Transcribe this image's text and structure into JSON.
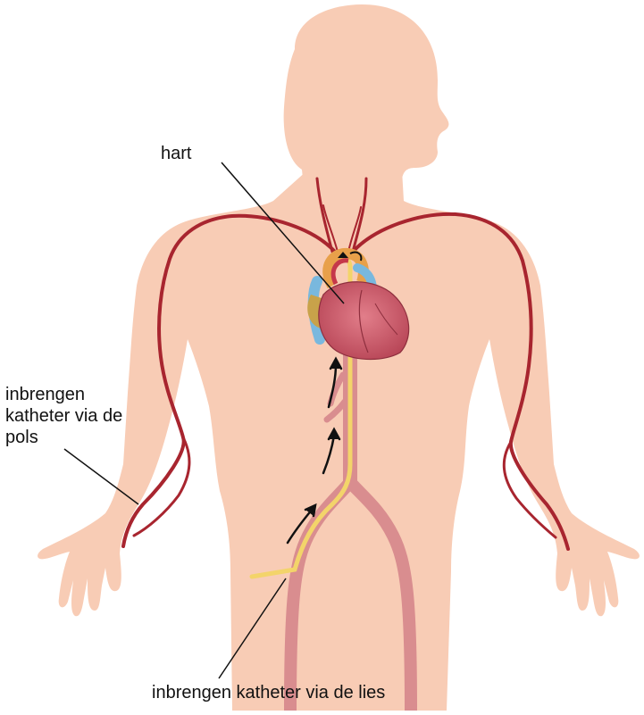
{
  "labels": {
    "heart": "hart",
    "wrist": [
      "inbrengen",
      "katheter via de",
      "pols"
    ],
    "groin": "inbrengen katheter via de lies"
  },
  "colors": {
    "skin": "#f8ccb5",
    "artery": "#a8252f",
    "aorta": "#d98d8f",
    "catheter": "#f3d46a",
    "heart": "#c9586a",
    "vein_blue": "#79b8de",
    "fat_yellow": "#c8a24a",
    "arrow": "#111111",
    "leader": "#111111"
  },
  "icons": [
    "body-silhouette",
    "heart-illustration",
    "direction-arrow"
  ]
}
